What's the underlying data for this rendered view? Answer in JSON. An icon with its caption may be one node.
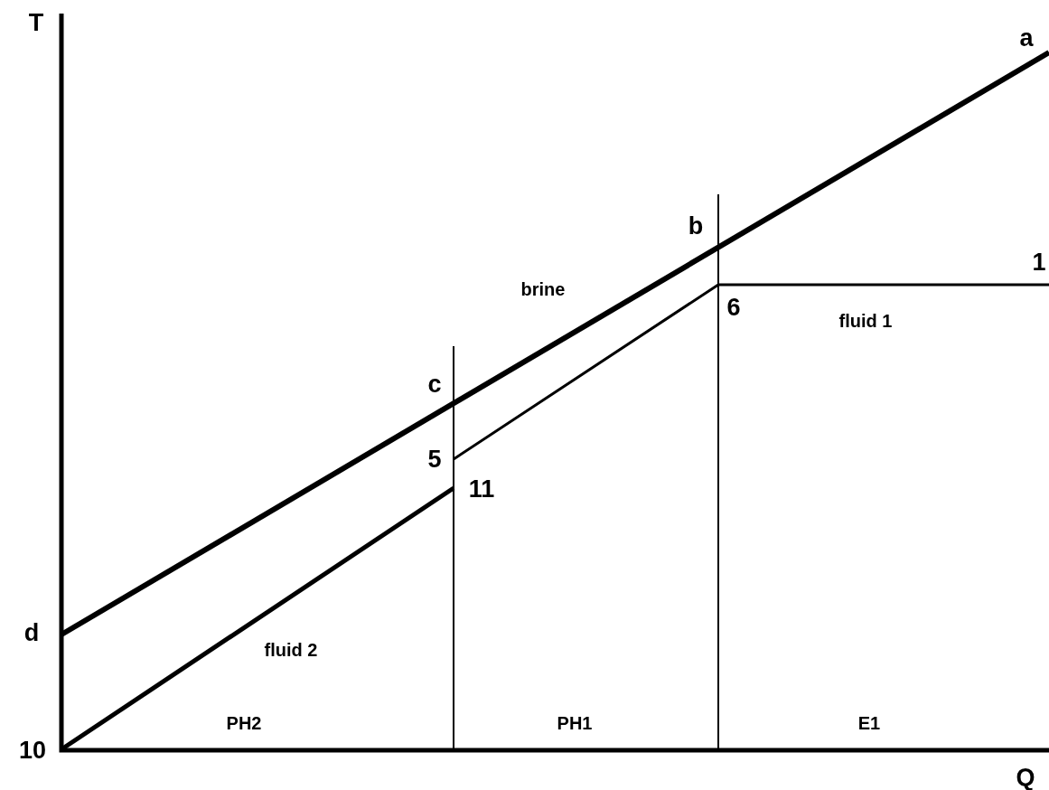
{
  "diagram": {
    "labels": [
      "T",
      "a",
      "b",
      "1",
      "brine",
      "6",
      "fluid 1",
      "c",
      "5",
      "11",
      "d",
      "fluid 2",
      "PH2",
      "PH1",
      "E1",
      "10",
      "Q"
    ]
  }
}
